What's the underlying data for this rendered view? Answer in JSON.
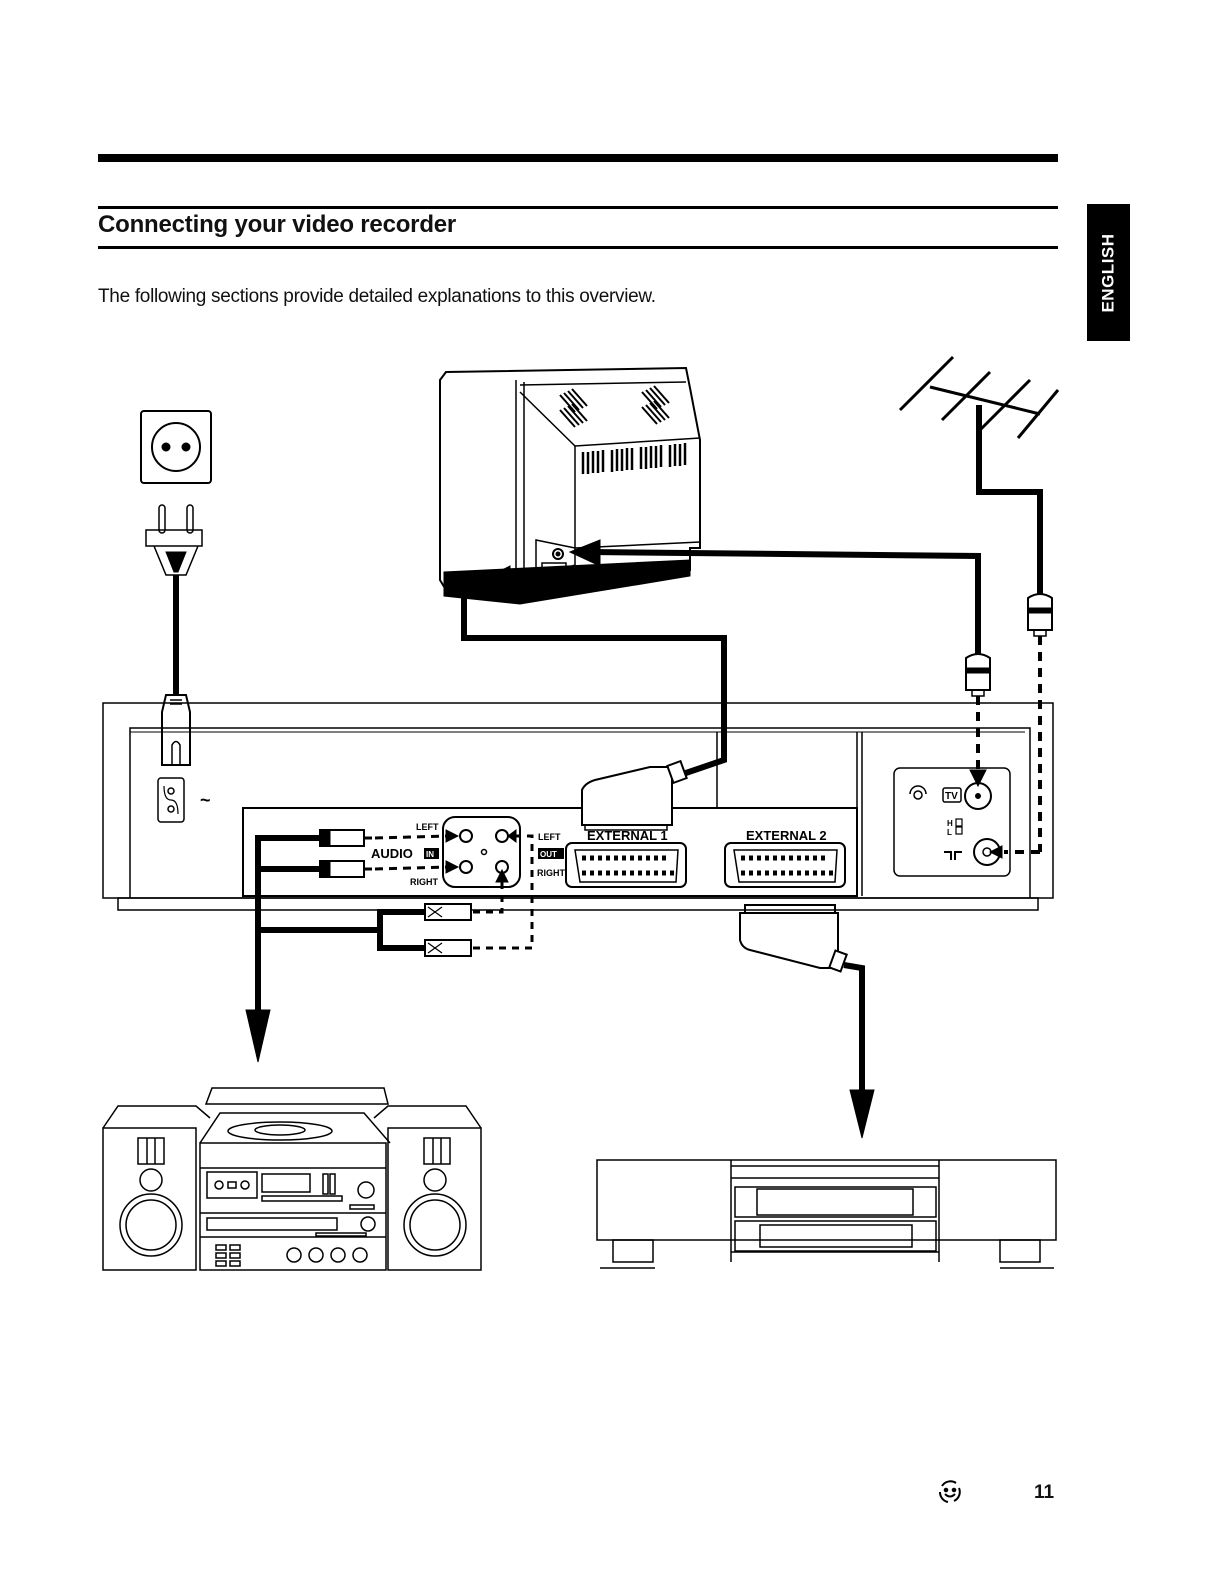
{
  "page": {
    "title": "Connecting your video recorder",
    "intro": "The following sections provide detailed explanations to this overview.",
    "language_tab": "ENGLISH",
    "page_number": "11",
    "footer_icon": "environment-smiley-icon"
  },
  "diagram": {
    "audio_in_label": "AUDIO",
    "audio_in_badge": "IN",
    "audio_left_in": "LEFT",
    "audio_right_in": "RIGHT",
    "audio_left_out": "LEFT",
    "audio_out_badge": "OUT",
    "audio_right_out": "RIGHT",
    "external1_label": "EXTERNAL 1",
    "external2_label": "EXTERNAL 2",
    "tv_badge": "TV",
    "hl_label_h": "H",
    "hl_label_l": "L",
    "mains_symbol": "~",
    "devices": [
      "wall-socket",
      "mains-plug",
      "television",
      "antenna",
      "video-recorder-rear",
      "hifi-system",
      "second-video-recorder"
    ]
  }
}
